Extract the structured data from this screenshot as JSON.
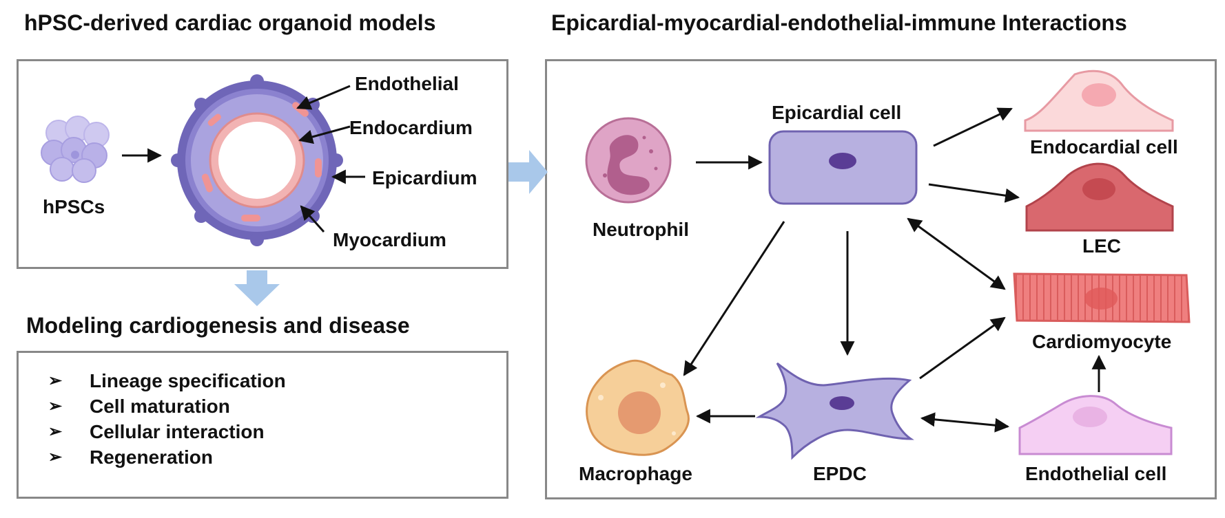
{
  "titles": {
    "left": "hPSC-derived cardiac organoid models",
    "right": "Epicardial-myocardial-endothelial-immune Interactions",
    "modeling": "Modeling cardiogenesis and disease"
  },
  "organoid": {
    "source_label": "hPSCs",
    "layers": [
      "Endothelial",
      "Endocardium",
      "Epicardium",
      "Myocardium"
    ]
  },
  "modeling": {
    "bullet_symbol": "➢",
    "items": [
      "Lineage specification",
      "Cell maturation",
      "Cellular interaction",
      "Regeneration"
    ]
  },
  "cells": {
    "neutrophil": "Neutrophil",
    "epicardial": "Epicardial cell",
    "endocardial": "Endocardial cell",
    "lec": "LEC",
    "cardiomyocyte": "Cardiomyocyte",
    "macrophage": "Macrophage",
    "epdc": "EPDC",
    "endothelial_cell": "Endothelial cell"
  },
  "colors": {
    "panel_border": "#888888",
    "block_arrow": "#a9c8ea",
    "organoid_outer": "#7f76c4",
    "organoid_myocardium": "#a9a2dd",
    "endocardium": "#f2b3b3",
    "epicardial_cell": "#b7b0e0",
    "neutrophil": "#d99ac0",
    "macrophage": "#f6cf99",
    "endocardial_cell": "#fbd9da",
    "lec": "#d9686e",
    "cardiomyocyte": "#ef7f7f",
    "endothelial_cell": "#efc4ee"
  }
}
